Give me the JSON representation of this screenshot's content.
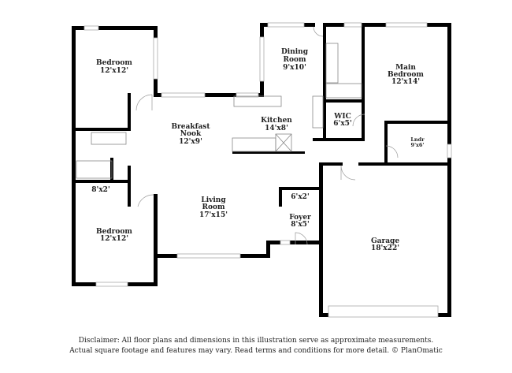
{
  "rooms": {
    "bedroom_top": {
      "name": "Bedroom",
      "size": "12'x12'"
    },
    "breakfast_nook": {
      "name1": "Breakfast",
      "name2": "Nook",
      "size": "12'x9'"
    },
    "dining_room": {
      "name1": "Dining",
      "name2": "Room",
      "size": "9'x10'"
    },
    "kitchen": {
      "name": "Kitchen",
      "size": "14'x8'"
    },
    "main_bedroom": {
      "name1": "Main",
      "name2": "Bedroom",
      "size": "12'x14'"
    },
    "wic": {
      "name": "WIC",
      "size": "6'x5'"
    },
    "laundry": {
      "name": "Lndr",
      "size": "9'x6'"
    },
    "closet_left": {
      "size": "8'x2'"
    },
    "living_room": {
      "name1": "Living",
      "name2": "Room",
      "size": "17'x15'"
    },
    "closet_foyer": {
      "size": "6'x2'"
    },
    "foyer": {
      "name": "Foyer",
      "size": "8'x5'"
    },
    "bedroom_bottom": {
      "name": "Bedroom",
      "size": "12'x12'"
    },
    "garage": {
      "name": "Garage",
      "size": "18'x22'"
    }
  },
  "disclaimer": {
    "line1": "Disclaimer: All floor plans and dimensions in this illustration serve as approximate measurements.",
    "line2": "Actual square footage and features may vary. Read terms and conditions for more detail. © PlanOmatic"
  }
}
